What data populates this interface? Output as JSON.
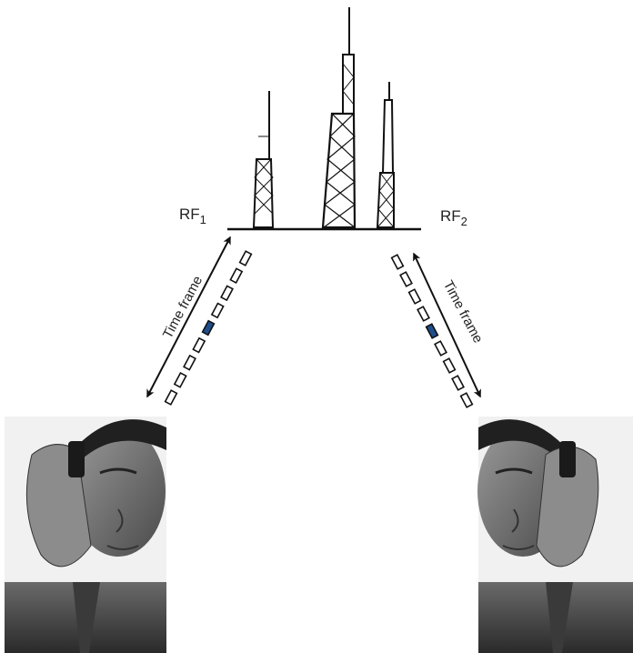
{
  "rf_left": {
    "base": "RF",
    "sub": "1"
  },
  "rf_right": {
    "base": "RF",
    "sub": "2"
  },
  "left_link": {
    "label": "Time frame",
    "slot_count": 9,
    "active_slot": 4
  },
  "right_link": {
    "label": "Time frame",
    "slot_count": 9,
    "active_slot": 4
  },
  "colors": {
    "active_slot": "#1f4e8c",
    "slot_outline": "#111111",
    "ink": "#111111"
  },
  "icons": {
    "towers": "radio-tower-icon",
    "callers": "phone-caller-icon"
  }
}
